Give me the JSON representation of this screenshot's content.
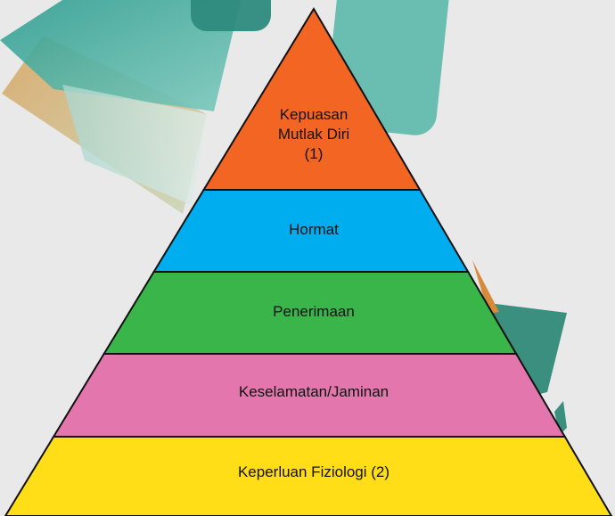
{
  "diagram": {
    "levels": [
      {
        "id": "level-1",
        "lines": [
          "Kepuasan",
          "Mutlak Diri",
          "(1)"
        ],
        "color": "#f26522"
      },
      {
        "id": "level-2",
        "lines": [
          "Hormat"
        ],
        "color": "#00aeef"
      },
      {
        "id": "level-3",
        "lines": [
          "Penerimaan"
        ],
        "color": "#39b54a"
      },
      {
        "id": "level-4",
        "lines": [
          "Keselamatan/Jaminan"
        ],
        "color": "#e377ad"
      },
      {
        "id": "level-5",
        "lines": [
          "Keperluan Fiziologi (2)"
        ],
        "color": "#ffde17"
      }
    ],
    "outline_color": "#111111"
  },
  "background": {
    "base_color": "#e9e9e9",
    "shape_colors": [
      "#3aa79a",
      "#2e8a7d",
      "#d39a4f",
      "#7fc7bb"
    ]
  }
}
